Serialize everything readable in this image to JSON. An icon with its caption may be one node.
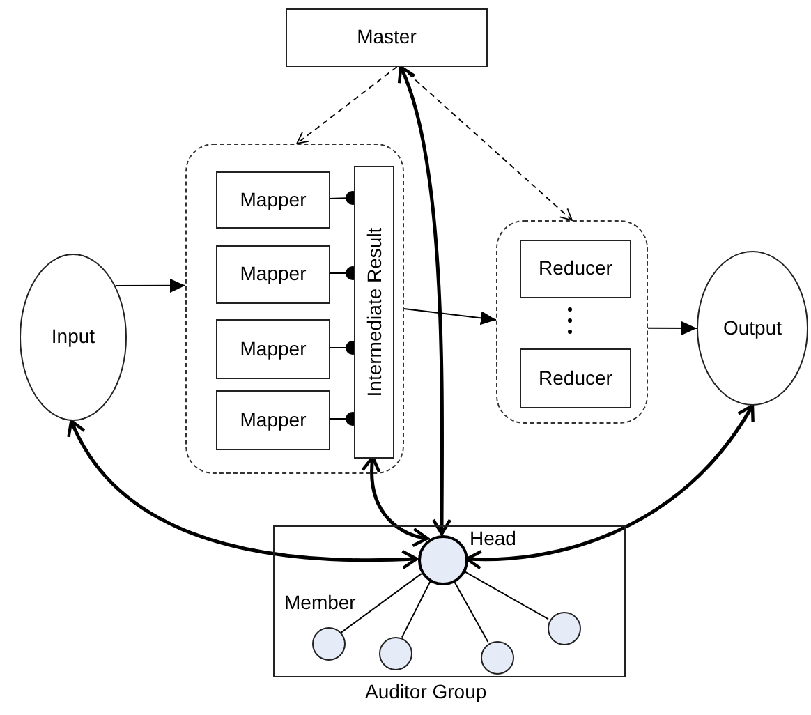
{
  "diagram": {
    "nodes": [
      {
        "text": [
          "Master"
        ]
      },
      {
        "text": [],
        "shape": "box"
      },
      {
        "text": [
          "Mapper"
        ],
        "in": 1
      },
      {
        "text": [
          "Mapper"
        ],
        "in": 1
      },
      {
        "text": [
          "Mapper"
        ],
        "in": 1
      },
      {
        "text": [
          "Mapper"
        ],
        "in": 1
      },
      {
        "text": [
          "Intermediate Result"
        ],
        "in": 1
      },
      {
        "text": [],
        "shape": "box"
      },
      {
        "text": [
          "Reducer"
        ],
        "in": 7
      },
      {
        "text": [
          "Reducer"
        ],
        "in": 7
      },
      {
        "text": [
          "Input"
        ]
      },
      {
        "text": [
          "Output"
        ]
      },
      {
        "text": [],
        "shape": "box",
        "beside": [
          "Auditor Group"
        ]
      },
      {
        "text": [],
        "shape": "circle",
        "beside": [
          "Head"
        ],
        "in": 12
      },
      {
        "text": [],
        "shape": "circle",
        "in": 12
      },
      {
        "text": [],
        "shape": "circle",
        "in": 12
      },
      {
        "text": [],
        "shape": "circle",
        "in": 12
      },
      {
        "text": [],
        "shape": "circle",
        "in": 12
      }
    ],
    "edges": [
      {
        "from": 0,
        "to": 1,
        "arrow": "to",
        "style": "dashed"
      },
      {
        "from": 0,
        "to": 7,
        "arrow": "to",
        "style": "dashed"
      },
      {
        "from": 10,
        "to": 1,
        "arrow": "to"
      },
      {
        "from": 1,
        "to": 7,
        "arrow": "to"
      },
      {
        "from": 7,
        "to": 11,
        "arrow": "to"
      },
      {
        "from": 2,
        "to": 6,
        "arrow": "other"
      },
      {
        "from": 3,
        "to": 6,
        "arrow": "other"
      },
      {
        "from": 4,
        "to": 6,
        "arrow": "other"
      },
      {
        "from": 5,
        "to": 6,
        "arrow": "other"
      },
      {
        "from": 0,
        "to": 13,
        "arrow": "both",
        "style": "thick"
      },
      {
        "from": 10,
        "to": 13,
        "arrow": "both",
        "style": "thick"
      },
      {
        "from": 6,
        "to": 13,
        "arrow": "both",
        "style": "thick"
      },
      {
        "from": 11,
        "to": 13,
        "arrow": "both",
        "style": "thick"
      },
      {
        "from": 13,
        "to": 14,
        "arrow": "none"
      },
      {
        "from": 13,
        "to": 15,
        "arrow": "none"
      },
      {
        "from": 13,
        "to": 16,
        "arrow": "none"
      },
      {
        "from": 13,
        "to": 17,
        "arrow": "none"
      }
    ],
    "labels": [
      "Member"
    ]
  }
}
